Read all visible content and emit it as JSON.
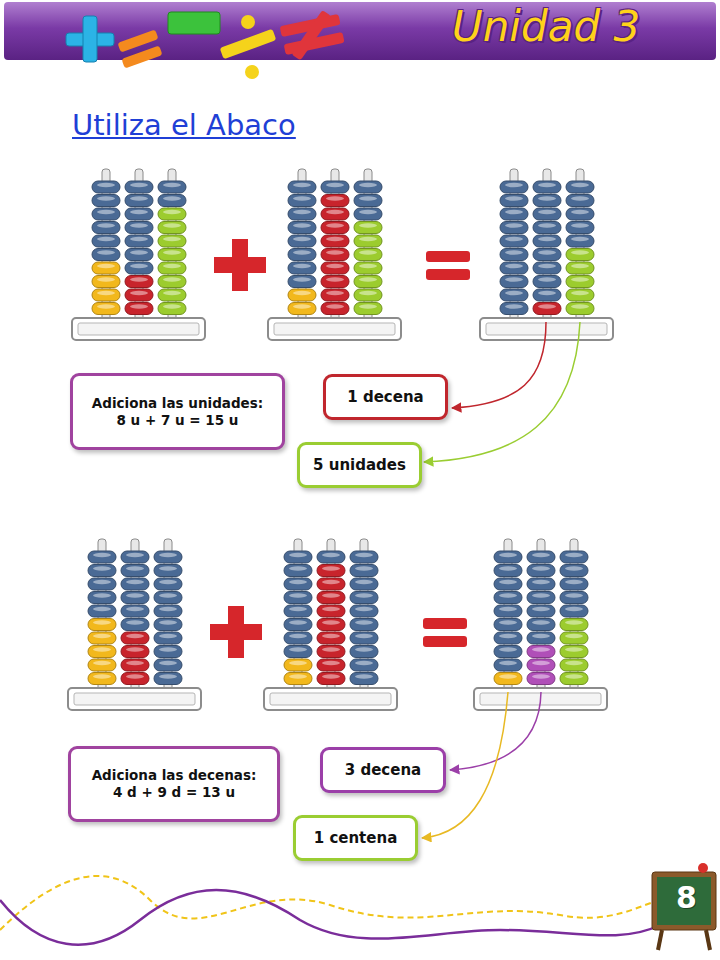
{
  "diagram": {
    "title": "Utiliza el Abaco",
    "nodes": [
      {
        "text": [
          "Adiciona las unidades:",
          "8 u + 7 u = 15 u"
        ]
      },
      {
        "text": [
          "1 decena"
        ]
      },
      {
        "text": [
          "5 unidades"
        ]
      },
      {
        "text": [
          "Adiciona las decenas:",
          "4 d + 9 d = 13 u"
        ]
      },
      {
        "text": [
          "3 decena"
        ]
      },
      {
        "text": [
          "1 centena"
        ]
      }
    ],
    "labels": [
      "Unidad 3",
      "8"
    ]
  }
}
